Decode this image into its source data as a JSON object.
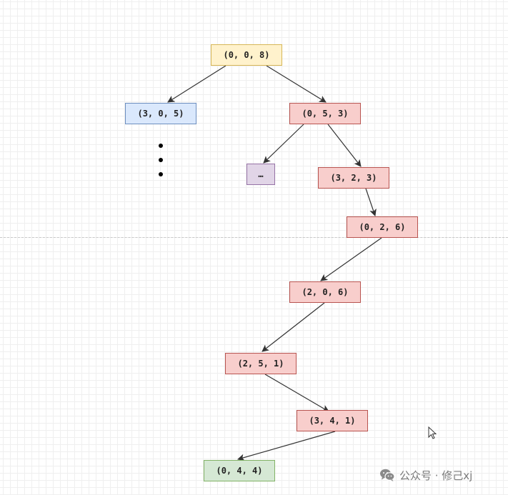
{
  "nodes": {
    "root": "(0, 0, 8)",
    "left_child": "(3, 0, 5)",
    "right_child": "(0, 5, 3)",
    "pruned": "…",
    "level2": "(3, 2, 3)",
    "level3": "(0, 2, 6)",
    "level4": "(2, 0, 6)",
    "level5": "(2, 5, 1)",
    "level6": "(3, 4, 1)",
    "goal": "(0, 4, 4)"
  },
  "watermark": {
    "icon": "wechat-icon",
    "text": "公众号 · 修己xj"
  },
  "colors": {
    "yellow_fill": "#fff2cc",
    "blue_fill": "#dae8fc",
    "red_fill": "#f8cecc",
    "purple_fill": "#e1d5e7",
    "green_fill": "#d5e8d4",
    "edge": "#333333"
  }
}
